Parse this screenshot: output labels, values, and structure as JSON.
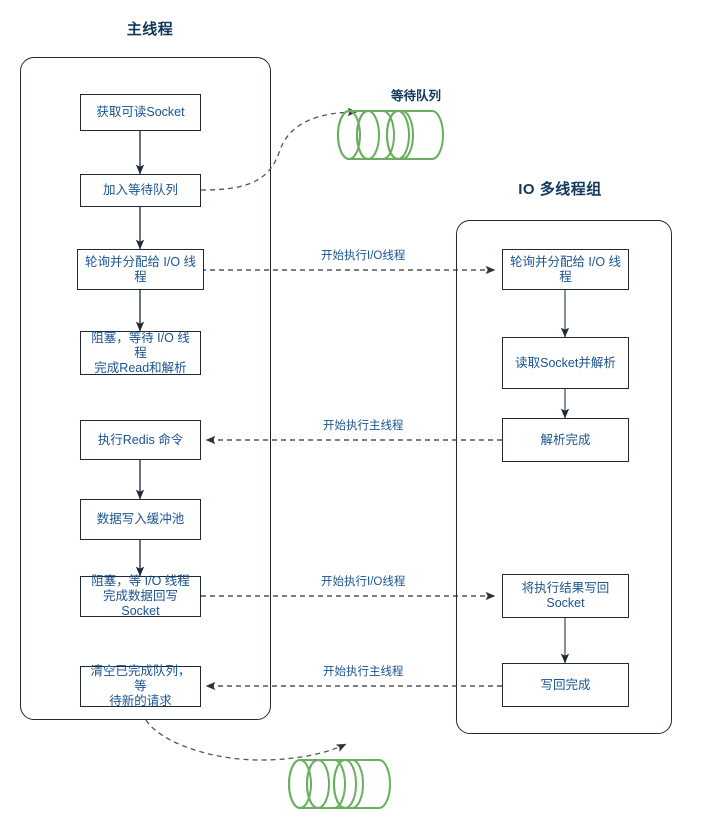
{
  "diagram": {
    "title_main_thread": "主线程",
    "title_io_group": "IO 多线程组",
    "queue_label": "等待队列"
  },
  "main_thread": {
    "nodes": [
      {
        "id": "m1",
        "label": "获取可读Socket"
      },
      {
        "id": "m2",
        "label": "加入等待队列"
      },
      {
        "id": "m3",
        "label": "轮询并分配给 I/O 线程"
      },
      {
        "id": "m4",
        "label": "阻塞，等待 I/O 线程\n完成Read和解析"
      },
      {
        "id": "m5",
        "label": "执行Redis 命令"
      },
      {
        "id": "m6",
        "label": "数据写入缓冲池"
      },
      {
        "id": "m7",
        "label": "阻塞，等 I/O 线程\n完成数据回写Socket"
      },
      {
        "id": "m8",
        "label": "清空已完成队列，等\n待新的请求"
      }
    ]
  },
  "io_group": {
    "nodes": [
      {
        "id": "i1",
        "label": "轮询并分配给 I/O 线程"
      },
      {
        "id": "i2",
        "label": "读取Socket并解析"
      },
      {
        "id": "i3",
        "label": "解析完成"
      },
      {
        "id": "i4",
        "label": "将执行结果写回\nSocket"
      },
      {
        "id": "i5",
        "label": "写回完成"
      }
    ]
  },
  "cross_edges": [
    {
      "id": "e1",
      "label": "开始执行I/O线程",
      "direction": "right"
    },
    {
      "id": "e2",
      "label": "开始执行主线程",
      "direction": "left"
    },
    {
      "id": "e3",
      "label": "开始执行I/O线程",
      "direction": "right"
    },
    {
      "id": "e4",
      "label": "开始执行主线程",
      "direction": "left"
    }
  ],
  "colors": {
    "title": "#10375c",
    "node_text": "#1a5490",
    "stroke": "#1f2a36",
    "queue_green": "#6aae5f",
    "dashed": "#4a4a4a"
  }
}
